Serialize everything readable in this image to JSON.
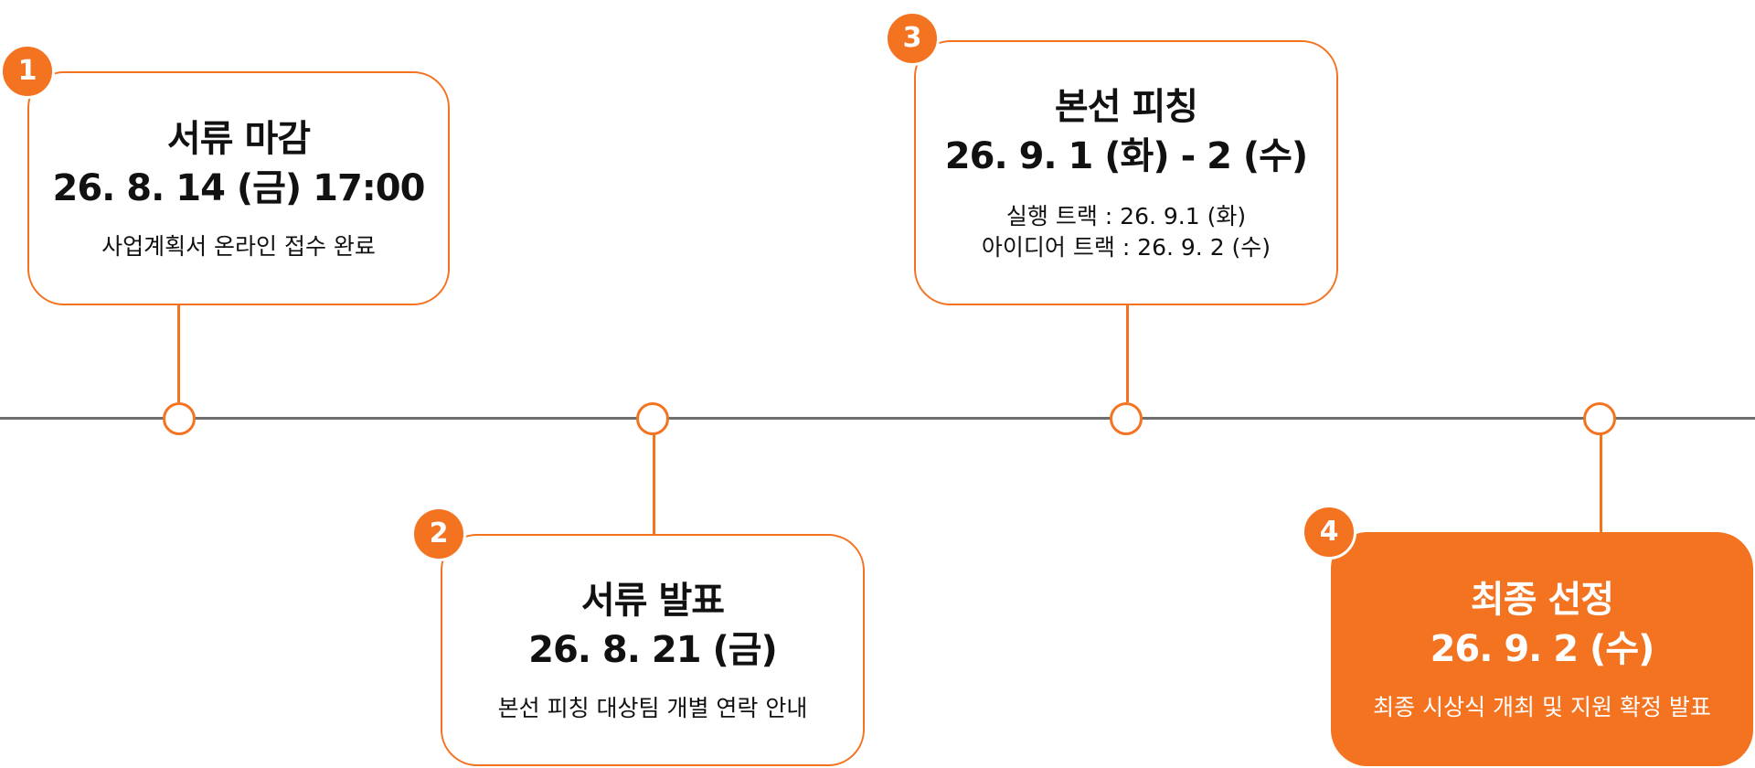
{
  "colors": {
    "accent": "#F37321",
    "axis": "#6e6e6e",
    "text": "#111111",
    "inverse_text": "#ffffff"
  },
  "milestones": [
    {
      "number": "1",
      "title": "서류 마감",
      "date": "26. 8. 14 (금) 17:00",
      "desc_lines": [
        "사업계획서 온라인 접수 완료"
      ],
      "highlight": false
    },
    {
      "number": "2",
      "title": "서류 발표",
      "date": "26. 8. 21 (금)",
      "desc_lines": [
        "본선 피칭 대상팀 개별 연락 안내"
      ],
      "highlight": false
    },
    {
      "number": "3",
      "title": "본선 피칭",
      "date": "26. 9. 1 (화) - 2 (수)",
      "desc_lines": [
        "실행 트랙 : 26. 9.1 (화)",
        "아이디어 트랙 : 26. 9. 2 (수)"
      ],
      "highlight": false
    },
    {
      "number": "4",
      "title": "최종 선정",
      "date": "26. 9. 2 (수)",
      "desc_lines": [
        "최종 시상식 개최 및 지원 확정 발표"
      ],
      "highlight": true
    }
  ]
}
